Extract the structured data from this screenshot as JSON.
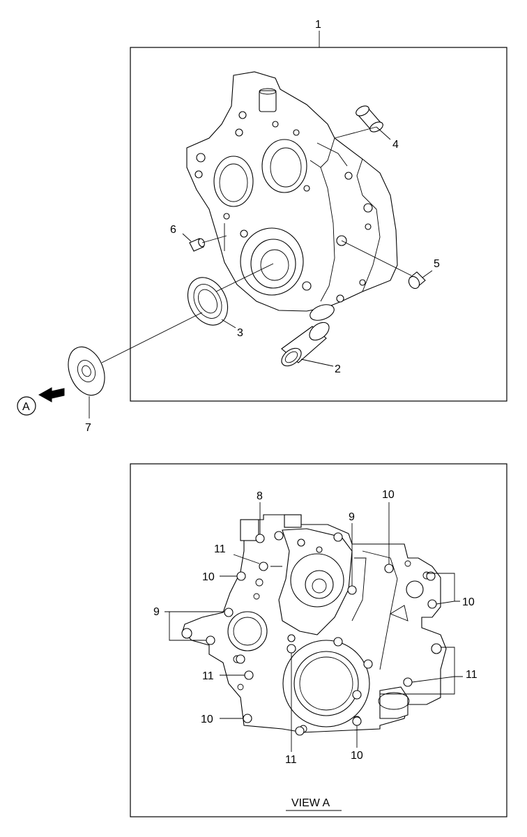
{
  "diagram": {
    "top_callouts": {
      "housing": "1",
      "seal_sleeve": "2",
      "oil_seal": "3",
      "bushing_top": "4",
      "bushing_right": "5",
      "dowel_pin": "6",
      "slinger": "7"
    },
    "view_marker": "A",
    "bottom_callouts": {
      "c8": "8",
      "c9_top": "9",
      "c9_left": "9",
      "c10_top": "10",
      "c10_left_upper": "10",
      "c10_right": "10",
      "c10_left_lower": "10",
      "c10_bottom": "10",
      "c11_upper": "11",
      "c11_left": "11",
      "c11_right": "11",
      "c11_bottom": "11"
    },
    "view_caption": "VIEW A"
  }
}
